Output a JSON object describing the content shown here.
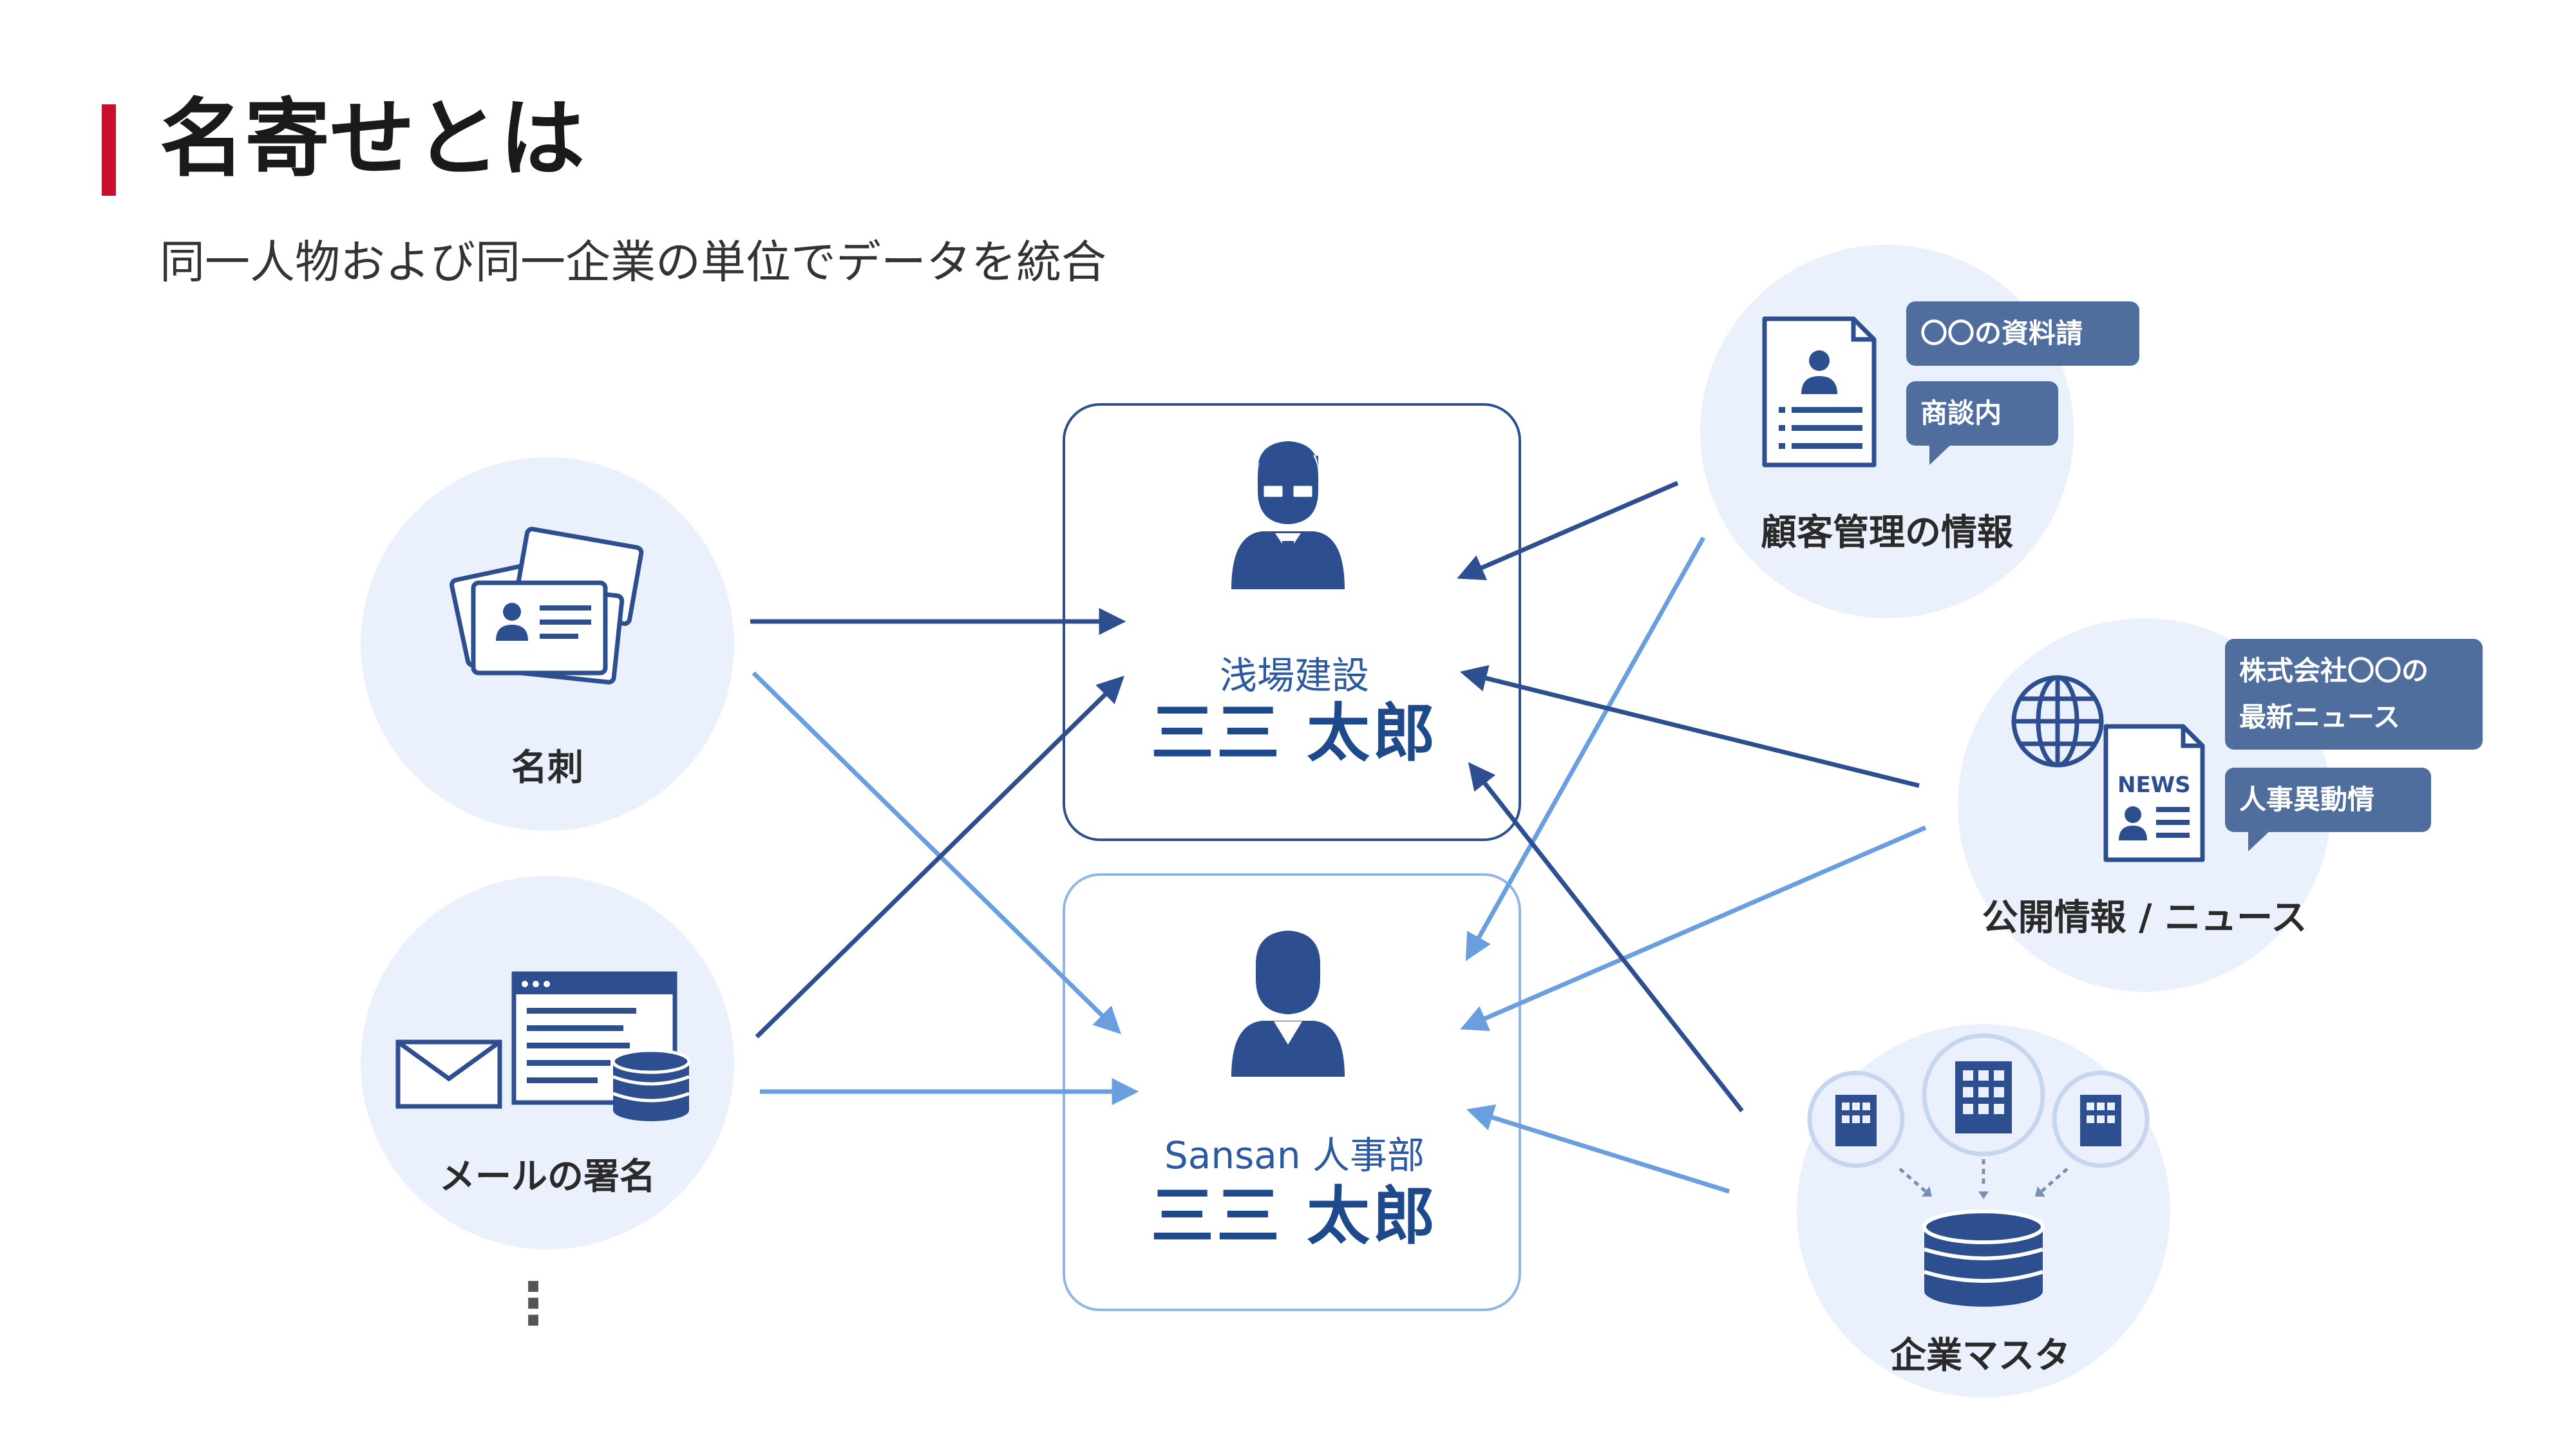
{
  "header": {
    "title": "名寄せとは",
    "subtitle": "同一人物および同一企業の単位でデータを統合"
  },
  "sources": {
    "business_card": "名刺",
    "email_signature": "メールの署名",
    "more": "⋮"
  },
  "persons": [
    {
      "company": "浅場建設",
      "name": "三三 太郎"
    },
    {
      "company": "Sansan 人事部",
      "name": "三三 太郎"
    }
  ],
  "external": {
    "crm_label": "顧客管理の情報",
    "crm_bubbles": [
      "〇〇の資料請",
      "商談内"
    ],
    "news_label": "公開情報 / ニュース",
    "news_icon_text": "NEWS",
    "news_bubbles": [
      "株式会社〇〇の",
      "最新ニュース",
      "人事異動情"
    ],
    "master_label": "企業マスタ"
  },
  "colors": {
    "accent_red": "#c8102e",
    "dark_navy": "#2d4f8f",
    "light_blue": "#6a9fdf",
    "circle_fill": "#eaf1fc",
    "bubble": "#4f6e9e"
  }
}
